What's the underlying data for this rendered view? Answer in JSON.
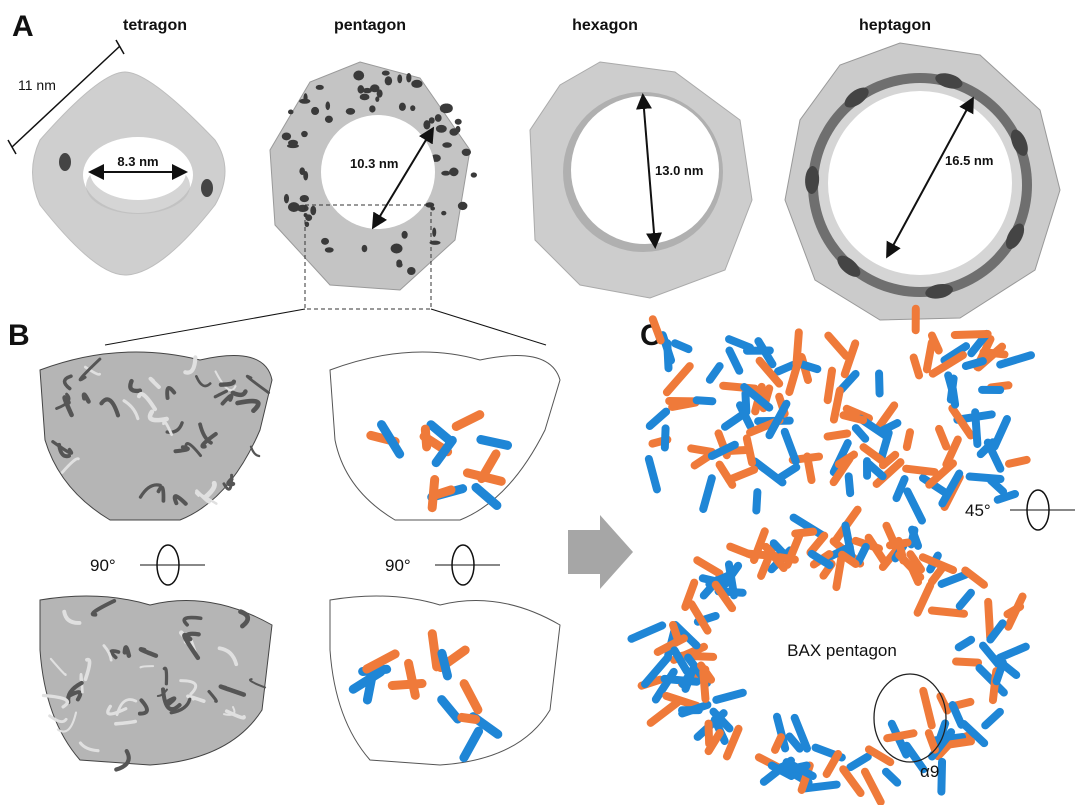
{
  "panels": {
    "a": "A",
    "b": "B",
    "c": "C"
  },
  "shapes": {
    "tetragon": {
      "title": "tetragon",
      "edge": "11 nm",
      "diameter": "8.3 nm"
    },
    "pentagon": {
      "title": "pentagon",
      "diameter": "10.3 nm"
    },
    "hexagon": {
      "title": "hexagon",
      "diameter": "13.0 nm"
    },
    "heptagon": {
      "title": "heptagon",
      "diameter": "16.5 nm"
    }
  },
  "rotations": {
    "b_left": "90°",
    "b_right": "90°",
    "c": "45°"
  },
  "c_labels": {
    "center": "BAX pentagon",
    "helix": "α9"
  },
  "colors": {
    "map": "#c8c8c8",
    "map_dark": "#8a8a8a",
    "blue": "#1f86d6",
    "orange": "#ef7a3a",
    "arrow": "#a6a6a6"
  }
}
